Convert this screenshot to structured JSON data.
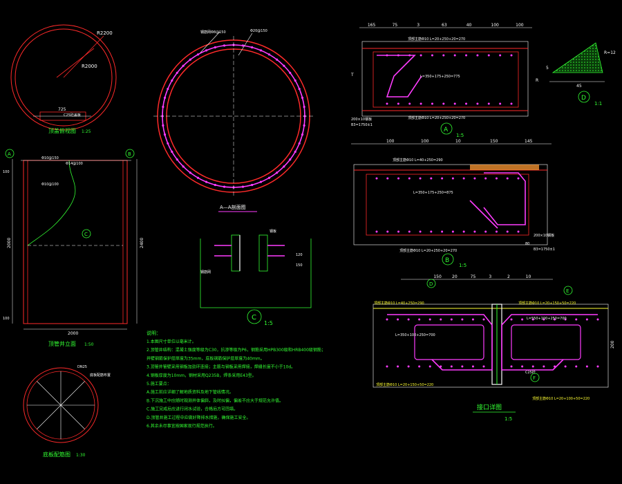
{
  "colors": {
    "background": "#000000",
    "red": "#ff2a2a",
    "magenta": "#ff3cff",
    "white": "#ffffff",
    "green": "#33ff33",
    "cyan": "#00ffff",
    "yellow": "#ffff33"
  },
  "views": {
    "top_plan": {
      "title": "顶盖俯视图",
      "scale": "1:25",
      "dim_r": "R2200",
      "dim_r2": "R2000",
      "dim_w": "725",
      "label": "C25砼盖板"
    },
    "section_aa": {
      "title": "A—A剖面图",
      "note1": "钢筋网Φ8@150",
      "note2": "Φ20@150"
    },
    "elevation": {
      "title": "顶管井立面",
      "scale": "1:50",
      "dim_total": "2400",
      "dim_side": "2000",
      "dim_top": "100",
      "dim_bottom": "100",
      "dim_width": "2000",
      "marks": [
        "A",
        "B",
        "C"
      ],
      "rebar": [
        "Φ10@150",
        "Φ14@100",
        "Φ10@100"
      ]
    },
    "bottom_plan": {
      "title": "底板配筋图",
      "scale": "1:30",
      "dim": "DN25",
      "label": "底板配筋布置"
    },
    "detail_a": {
      "title": "A",
      "scale": "1:5",
      "dims_top": [
        "165",
        "75",
        "3",
        "63",
        "40",
        "100",
        "100"
      ],
      "dims_side": [
        "T",
        "R"
      ],
      "labels": [
        "顶部主筋Φ10 L=20+250+20=270",
        "L=350+175+250=775",
        "顶部主筋Φ10 L=20+250+20=270",
        "B3=1750±1",
        "200×10钢板"
      ]
    },
    "detail_b": {
      "title": "B",
      "scale": "1:5",
      "dims_top": [
        "100",
        "100",
        "10",
        "150",
        "145"
      ],
      "labels": [
        "顶部主筋Φ10 L=40+250=290",
        "L=350+175+250=875",
        "顶部主筋Φ10 L=20+250+20=270",
        "B3=1750±1",
        "200×10钢板",
        "80"
      ]
    },
    "detail_c": {
      "title": "C",
      "scale": "1:5",
      "labels": [
        "钢板",
        "120",
        "150",
        "钢筋网"
      ]
    },
    "detail_d": {
      "title": "D",
      "scale": "1:1",
      "dims": [
        "R=12",
        "5",
        "45"
      ]
    },
    "joint": {
      "title": "接口详图",
      "scale": "1:5",
      "dims_top": [
        "150",
        "20",
        "75",
        "3",
        "2",
        "10"
      ],
      "labels": [
        "顶部主筋Φ10 L=40+250=290",
        "顶部主筋Φ10 L=20+150+50=220",
        "L=350+100+250=700",
        "L=550+100+250=700",
        "C25砼",
        "200",
        "顶部主筋Φ10 L=20+150+50=220",
        "顶部主筋Φ10 L=20+100+50=220"
      ],
      "marks": [
        "D",
        "E",
        "F"
      ]
    }
  },
  "notes": {
    "heading": "说明：",
    "lines": [
      "1.本图尺寸单位以毫米计。",
      "2.顶管井结构：混凝土强度等级为C30，抗渗等级为P6，钢筋采用HPB300级和HRB400级钢筋；",
      "   井壁钢筋保护层厚度为35mm，底板钢筋保护层厚度为40mm。",
      "3.顶管井管壁采用钢板加劲环连接；主筋与钢板采用焊接，焊缝长度不小于10d。",
      "4.钢板厚度为10mm，钢材采用Q235B，焊条采用E43型。",
      "5.施工要点：",
      "   A.施工前应详细了解地质资料及地下管线情况。",
      "   B.下沉施工中应随时观测井体偏斜，及时纠偏，偏差不应大于规范允许值。",
      "   C.施工完成后应进行闭水试验，合格后方可回填。",
      "   D.顶管井施工过程中应做好降排水措施，确保施工安全。",
      "6.其余未尽事宜按国家现行规范执行。"
    ]
  }
}
